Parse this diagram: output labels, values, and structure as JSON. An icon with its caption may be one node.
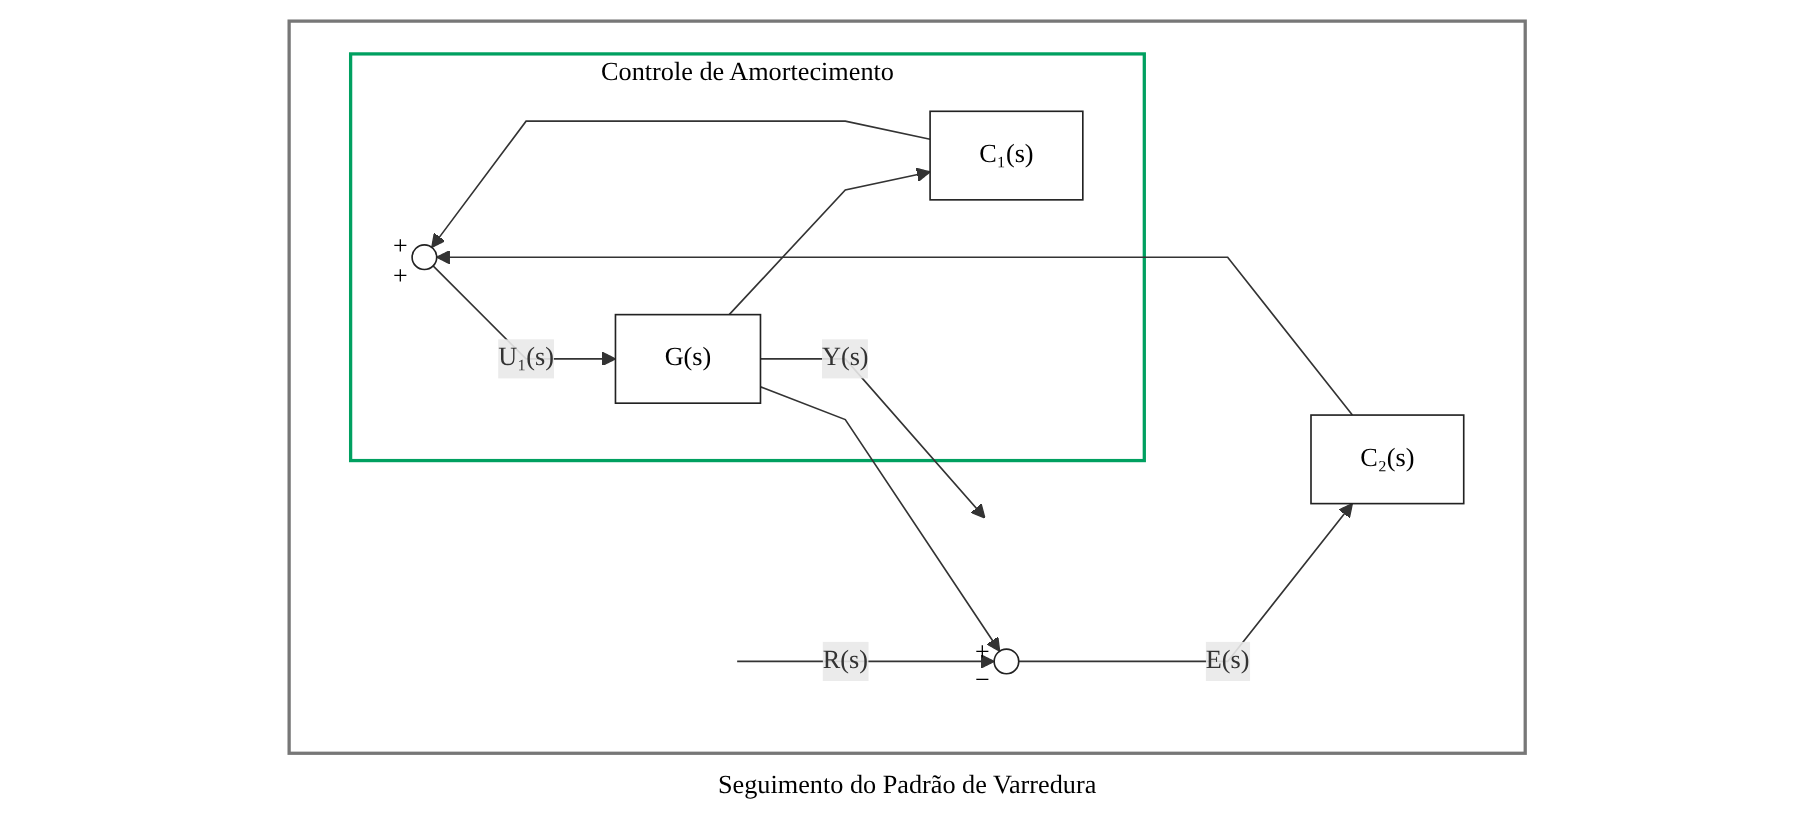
{
  "diagram": {
    "nodes": [
      {
        "text": [
          "Seguimento do Padrão de Varredura"
        ]
      },
      {
        "text": [],
        "shape": "circle",
        "beside": [
          "+",
          "−"
        ],
        "in": 0
      },
      {
        "text": [
          "C₂(s)"
        ],
        "in": 0
      },
      {
        "text": [
          "Controle de Amortecimento"
        ],
        "in": 0
      },
      {
        "text": [],
        "shape": "circle",
        "beside": [
          "+",
          "+"
        ],
        "in": 3
      },
      {
        "text": [
          "G(s)"
        ],
        "in": 3
      },
      {
        "text": [
          "C₁(s)"
        ],
        "in": 3
      }
    ],
    "edges": [
      {
        "from": null,
        "to": 1,
        "arrow": "to",
        "label": "R(s)"
      },
      {
        "from": 1,
        "to": 2,
        "arrow": "to",
        "label": "E(s)"
      },
      {
        "from": 2,
        "to": 4,
        "arrow": "to"
      },
      {
        "from": 4,
        "to": 5,
        "arrow": "to",
        "label": "U₁(s)"
      },
      {
        "from": 5,
        "to": null,
        "arrow": "to",
        "label": "Y(s)"
      },
      {
        "from": 5,
        "to": 6,
        "arrow": "to"
      },
      {
        "from": 6,
        "to": 4,
        "arrow": "to"
      },
      {
        "from": 5,
        "to": 1,
        "arrow": "to"
      }
    ]
  }
}
